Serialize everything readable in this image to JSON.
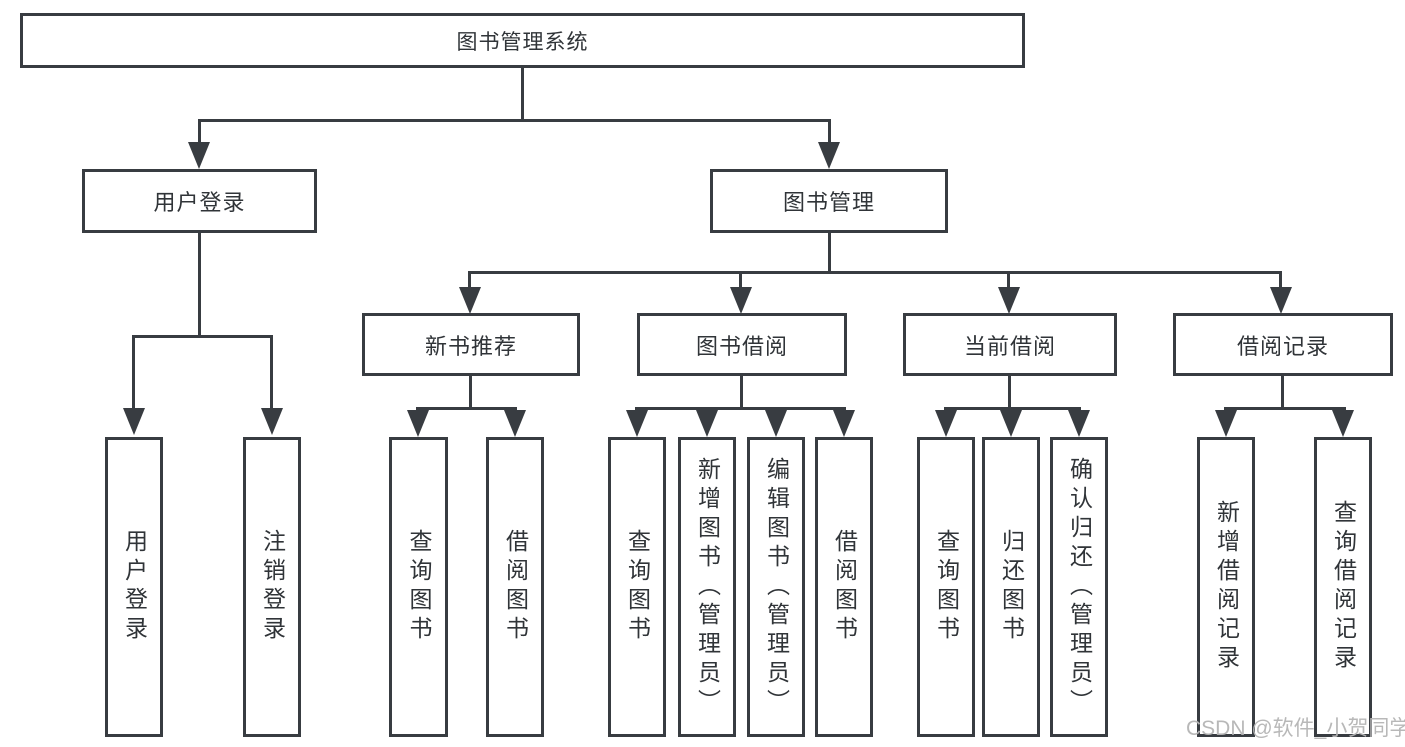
{
  "tree": {
    "root": {
      "label": "图书管理系统",
      "children": [
        {
          "label": "用户登录",
          "children": [
            {
              "label": "用户登录"
            },
            {
              "label": "注销登录"
            }
          ]
        },
        {
          "label": "图书管理",
          "children": [
            {
              "label": "新书推荐",
              "children": [
                {
                  "label": "查询图书"
                },
                {
                  "label": "借阅图书"
                }
              ]
            },
            {
              "label": "图书借阅",
              "children": [
                {
                  "label": "查询图书"
                },
                {
                  "label": "新增图书（管理员）"
                },
                {
                  "label": "编辑图书（管理员）"
                },
                {
                  "label": "借阅图书"
                }
              ]
            },
            {
              "label": "当前借阅",
              "children": [
                {
                  "label": "查询图书"
                },
                {
                  "label": "归还图书"
                },
                {
                  "label": "确认归还（管理员）"
                }
              ]
            },
            {
              "label": "借阅记录",
              "children": [
                {
                  "label": "新增借阅记录"
                },
                {
                  "label": "查询借阅记录"
                }
              ]
            }
          ]
        }
      ]
    }
  },
  "watermark": {
    "text": "CSDN @软件_小贺同学"
  },
  "colors": {
    "line": "#383c41",
    "text": "#303438",
    "background": "#ffffff",
    "watermark": "#b5b5b5"
  }
}
